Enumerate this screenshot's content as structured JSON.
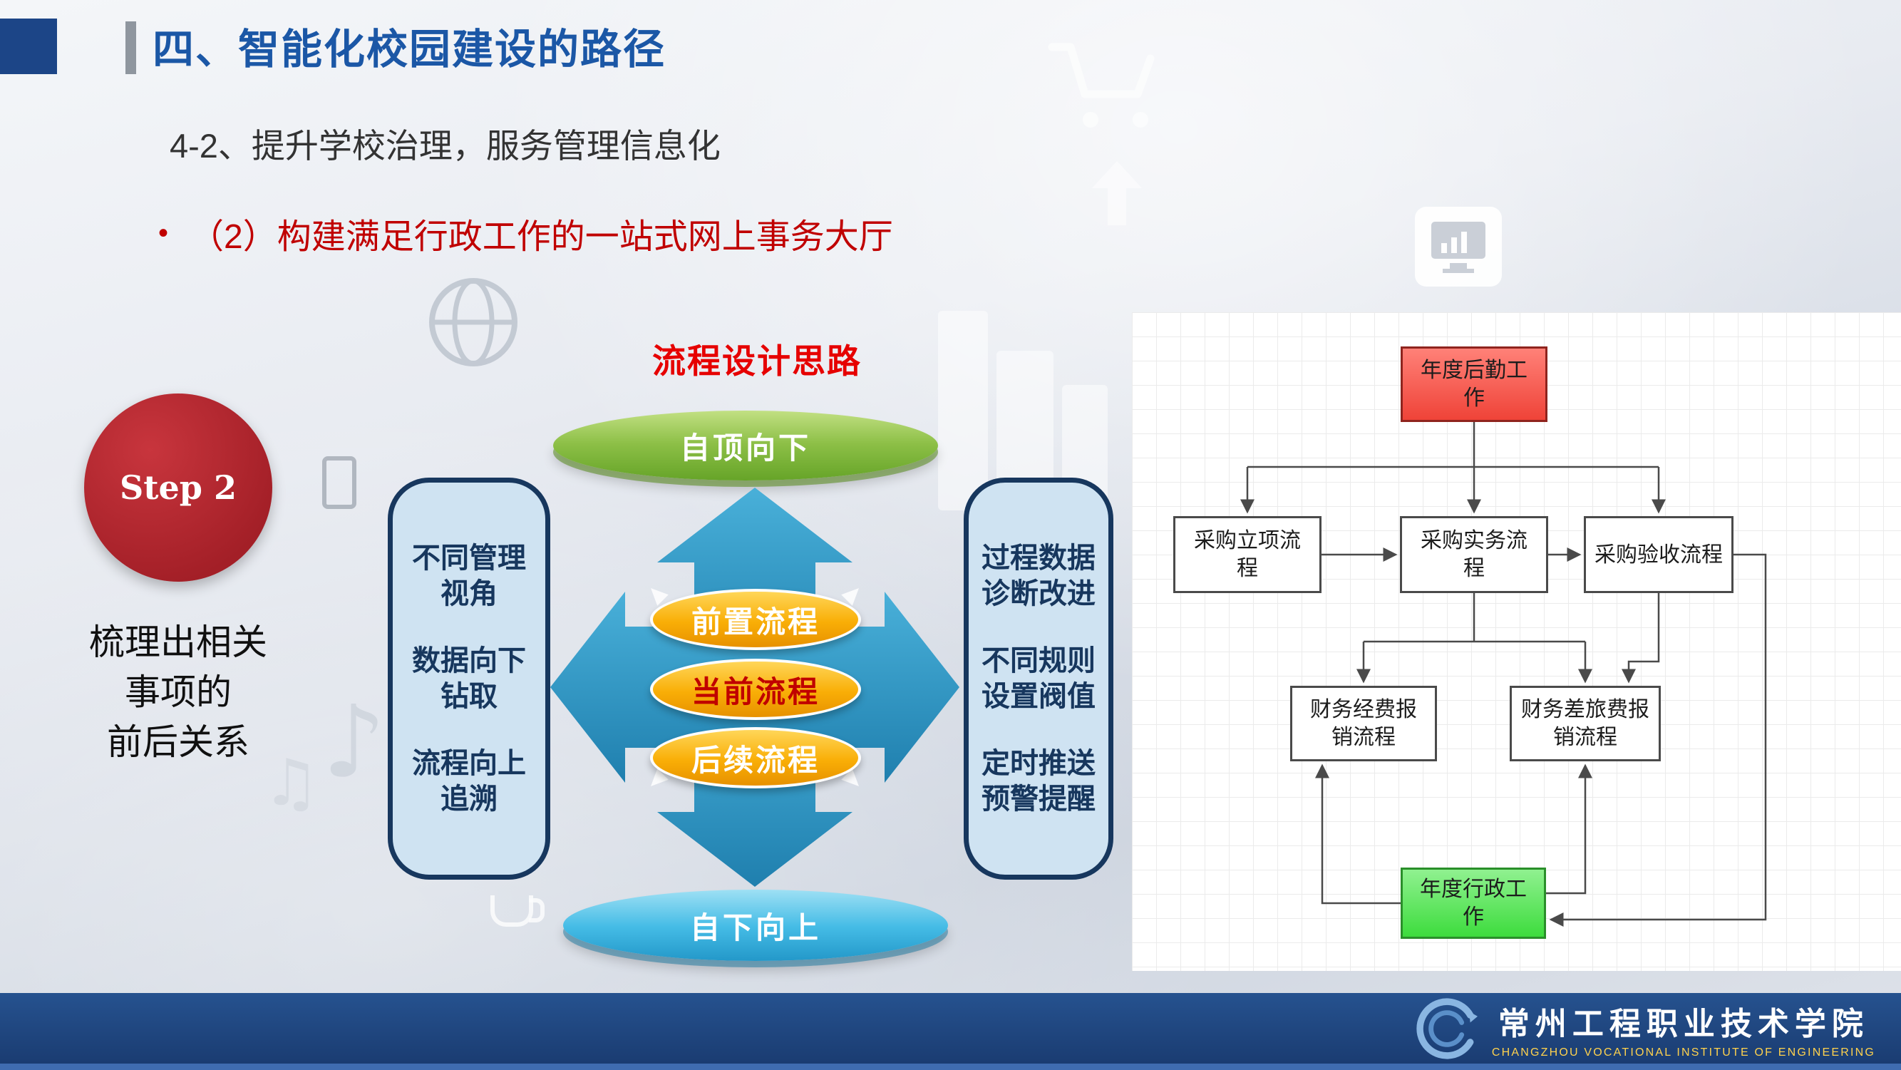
{
  "header": {
    "title": "四、智能化校园建设的路径",
    "subtitle": "4-2、提升学校治理，服务管理信息化",
    "bullet_marker": "•",
    "bullet_text": "（2）构建满足行政工作的一站式网上事务大厅"
  },
  "step_panel": {
    "badge": "Step 2",
    "lines": [
      "梳理出相关",
      "事项的",
      "前后关系"
    ]
  },
  "process_diagram": {
    "title": "流程设计思路",
    "top_disc": "自顶向下",
    "bottom_disc": "自下向上",
    "cylinders": [
      "前置流程",
      "当前流程",
      "后续流程"
    ],
    "left_panel": [
      [
        "不同管理",
        "视角"
      ],
      [
        "数据向下",
        "钻取"
      ],
      [
        "流程向上",
        "追溯"
      ]
    ],
    "right_panel": [
      [
        "过程数据",
        "诊断改进"
      ],
      [
        "不同规则",
        "设置阀值"
      ],
      [
        "定时推送",
        "预警提醒"
      ]
    ]
  },
  "flowchart": {
    "annual_logistics": "年度后勤工作",
    "purchase_initiation": "采购立项流程",
    "purchase_practice": "采购实务流程",
    "purchase_acceptance": "采购验收流程",
    "finance_expense": "财务经费报销流程",
    "finance_travel": "财务差旅费报销流程",
    "annual_admin": "年度行政工作"
  },
  "footer": {
    "school_cn": "常州工程职业技术学院",
    "school_en": "CHANGZHOU VOCATIONAL INSTITUTE OF ENGINEERING"
  },
  "colors": {
    "title_blue": "#1b57a6",
    "accent_red": "#c00000",
    "panel_navy": "#17375e",
    "cylinder_gold": "#f9ae06",
    "cross_teal": "#2f95c4",
    "flow_start_red": "#ef4338",
    "flow_end_green": "#3ddc3d",
    "footer_navy": "#193a6f"
  }
}
